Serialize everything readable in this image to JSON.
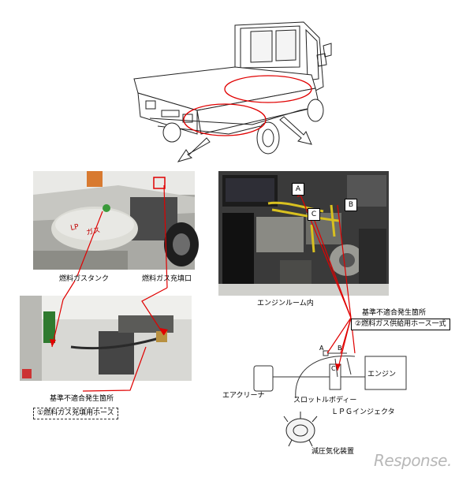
{
  "labels": {
    "fuel_tank": "燃料ガスタンク",
    "fill_port": "燃料ガス充填口",
    "engine_room": "エンジンルーム内",
    "nonconformity_right": "基準不適合発生箇所",
    "nonconformity_left": "基準不適合発生箇所",
    "supply_hose": "②燃料ガス供給用ホース一式",
    "fill_hose": "①燃料ガス充填用ホース",
    "air_cleaner": "エアクリーナ",
    "throttle_body": "スロットルボディー",
    "engine": "エンジン",
    "lpg_injector": "ＬＰＧインジェクタ",
    "vaporizer": "減圧気化装置",
    "tank_marking": "LP\nガス"
  },
  "markers": {
    "a_photo": "A",
    "b_photo": "B",
    "c_photo": "C",
    "a_diag": "A",
    "b_diag": "B",
    "c_diag": "C"
  },
  "watermark": "Response.",
  "colors": {
    "annotation": "#e00000",
    "hose": "#d8c020",
    "tank": "#cfcfcf",
    "engine_dark": "#2a2a2a"
  }
}
